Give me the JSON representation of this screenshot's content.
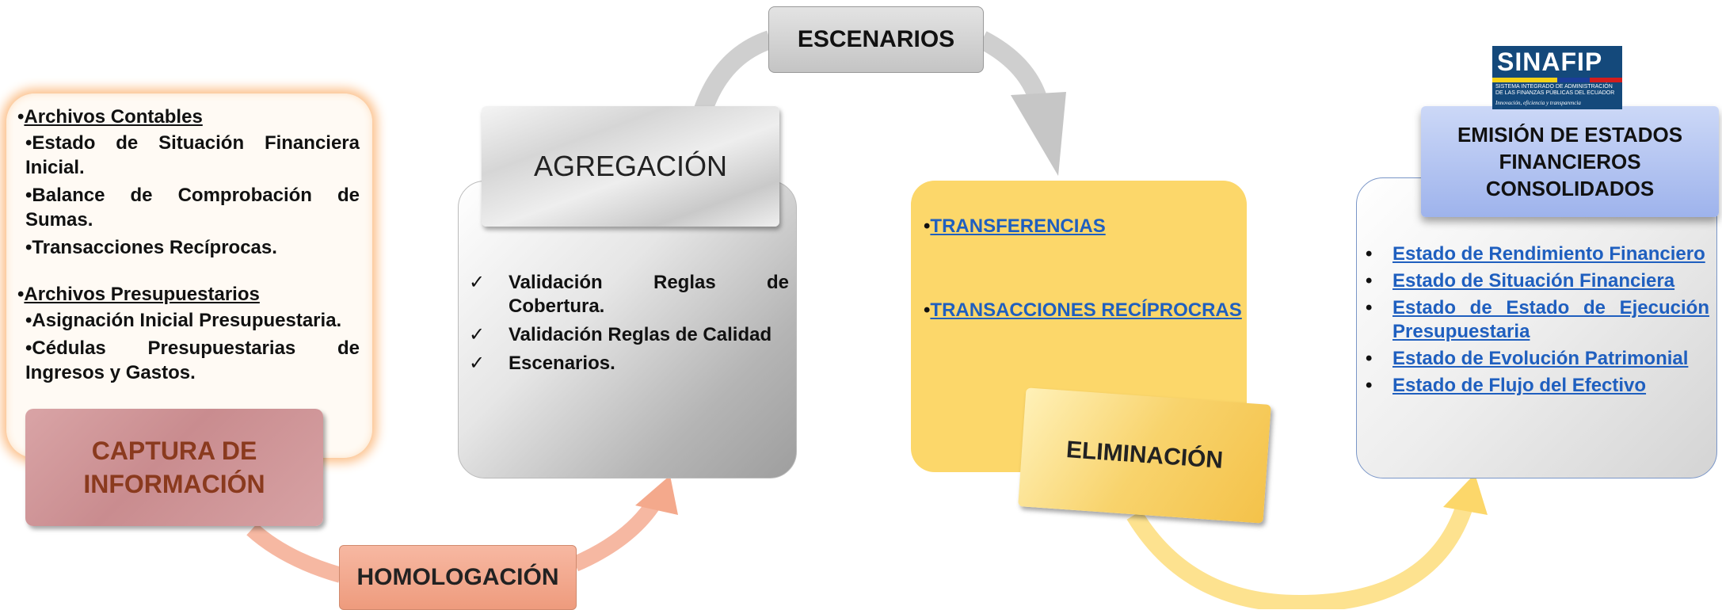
{
  "escenarios": {
    "label": "ESCENARIOS"
  },
  "captura": {
    "label": "CAPTURA DE INFORMACIÓN",
    "section1_title": "Archivos Contables",
    "section1_items": [
      "Estado de Situación Financiera Inicial.",
      "Balance de Comprobación de Sumas.",
      "Transacciones Recíprocas."
    ],
    "section2_title": "Archivos Presupuestarios",
    "section2_items": [
      "Asignación Inicial Presupuestaria.",
      "Cédulas Presupuestarias de Ingresos y Gastos."
    ]
  },
  "agregacion": {
    "label": "AGREGACIÓN",
    "items": [
      "Validación Reglas de Cobertura.",
      "Validación Reglas de Calidad",
      "Escenarios."
    ]
  },
  "homologacion": {
    "label": "HOMOLOGACIÓN"
  },
  "eliminacion": {
    "label": "ELIMINACIÓN",
    "links": [
      "TRANSFERENCIAS",
      "TRANSACCIONES RECÍPROCRAS"
    ]
  },
  "emision": {
    "label": "EMISIÓN DE ESTADOS FINANCIEROS CONSOLIDADOS",
    "links": [
      "Estado de Rendimiento Financiero",
      "Estado de Situación Financiera",
      "Estado de Estado de Ejecución Presupuestaria",
      "Estado de Evolución Patrimonial",
      "Estado de Flujo del Efectivo"
    ]
  },
  "logo": {
    "name": "SINAFIP",
    "subtitle": "SISTEMA INTEGRADO DE ADMINISTRACIÓN DE LAS FINANZAS PÚBLICAS DEL ECUADOR",
    "tagline": "Innovación, eficiencia y transparencia"
  },
  "colors": {
    "captura_border": "#fcc08a",
    "eliminacion_fill": "#fcd76a",
    "emision_label": "#9eb3ec",
    "link": "#1f5fbf"
  }
}
